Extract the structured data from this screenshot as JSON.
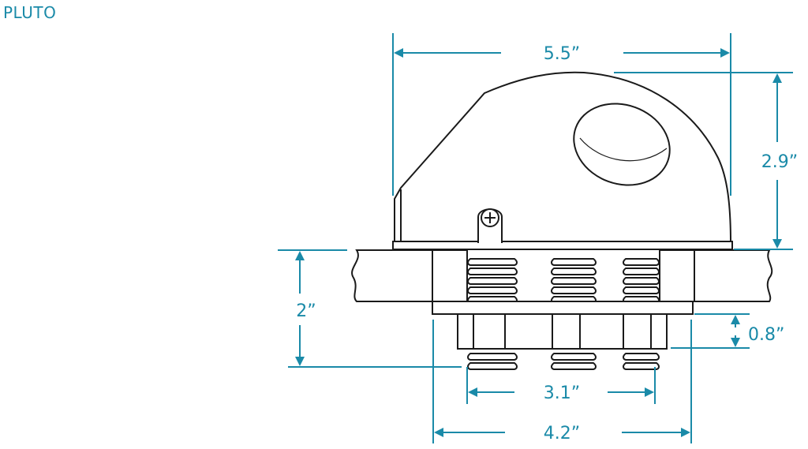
{
  "product": {
    "name": "PLUTO"
  },
  "dimensions": {
    "dome_width": "5.5”",
    "dome_height": "2.9”",
    "ceiling_thickness": "2”",
    "flange_height": "0.8”",
    "body_width": "3.1”",
    "flange_width": "4.2”"
  },
  "colors": {
    "accent": "#1a8aa8",
    "outline": "#1a1a1a"
  }
}
